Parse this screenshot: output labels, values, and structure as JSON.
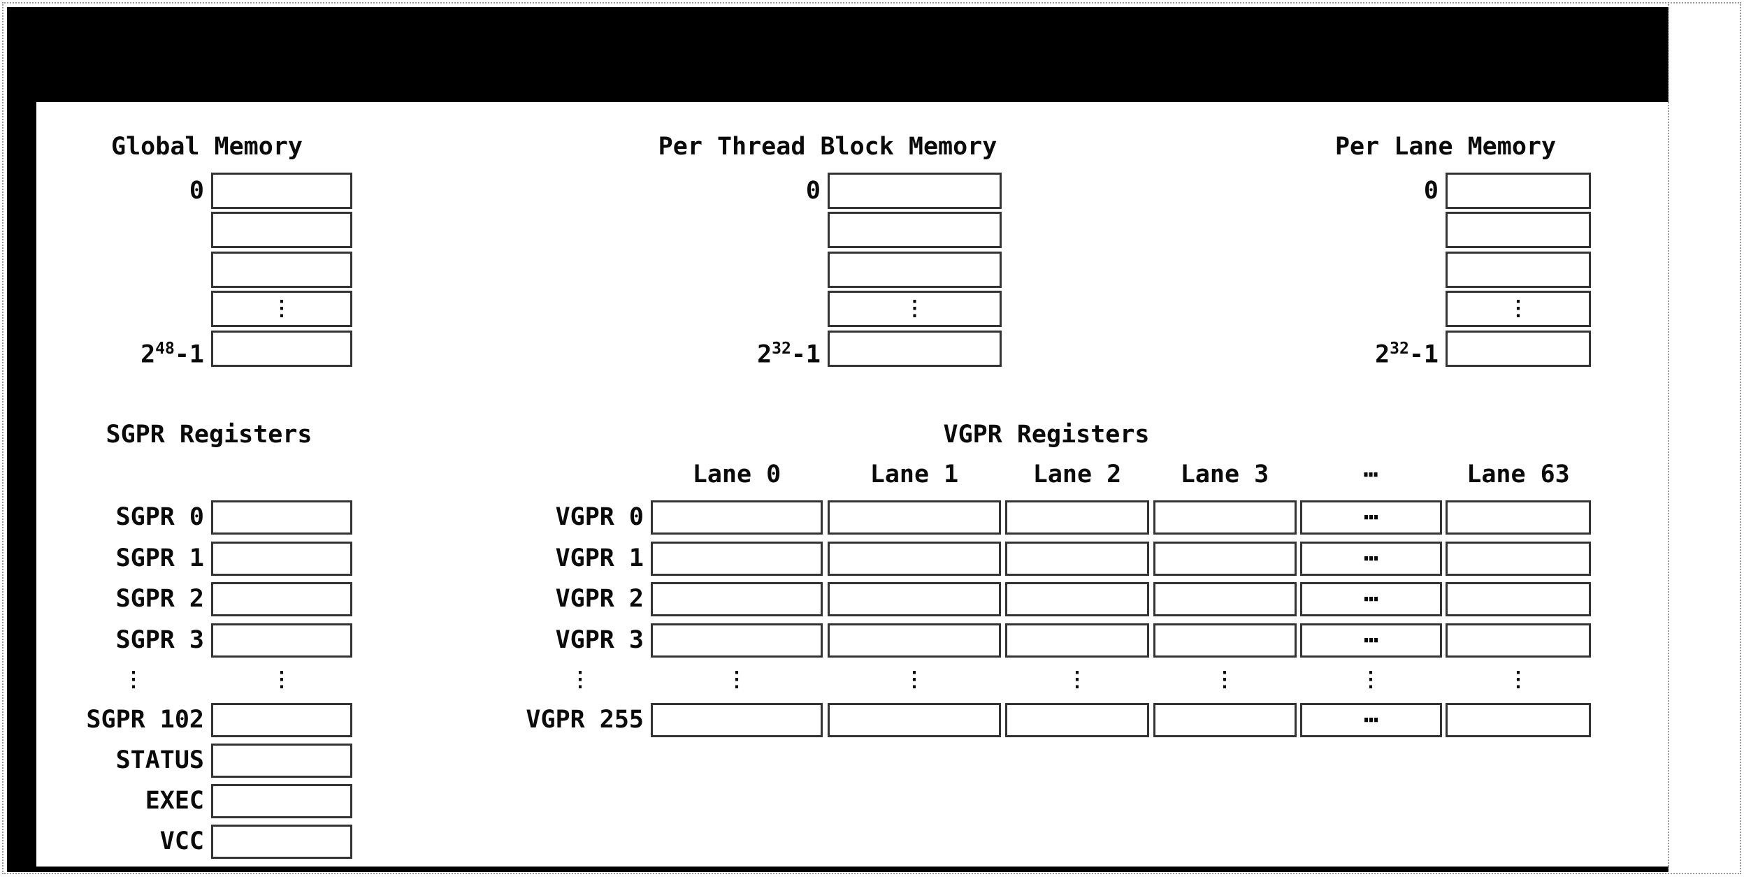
{
  "glyphs": {
    "vdots": "⋮",
    "hdots": "⋯"
  },
  "colors": {
    "background": "#ffffff",
    "frame": "#000000",
    "box_border": "#333333",
    "dotted_border": "#9a9a9a",
    "text": "#0a0a0a"
  },
  "memories": {
    "global": {
      "title": "Global Memory",
      "min_address": "0",
      "max_base": "2",
      "max_exp": "48",
      "max_suffix": "-1"
    },
    "thread_block": {
      "title": "Per Thread Block Memory",
      "min_address": "0",
      "max_base": "2",
      "max_exp": "32",
      "max_suffix": "-1"
    },
    "lane": {
      "title": "Per Lane Memory",
      "min_address": "0",
      "max_base": "2",
      "max_exp": "32",
      "max_suffix": "-1"
    }
  },
  "sgpr": {
    "title": "SGPR Registers",
    "row_labels": [
      "SGPR 0",
      "SGPR 1",
      "SGPR 2",
      "SGPR 3",
      "SGPR 102",
      "STATUS",
      "EXEC",
      "VCC"
    ]
  },
  "vgpr": {
    "title": "VGPR Registers",
    "lane_headers": [
      "Lane 0",
      "Lane 1",
      "Lane 2",
      "Lane 3",
      "⋯",
      "Lane 63"
    ],
    "row_labels": [
      "VGPR 0",
      "VGPR 1",
      "VGPR 2",
      "VGPR 3",
      "VGPR 255"
    ]
  }
}
